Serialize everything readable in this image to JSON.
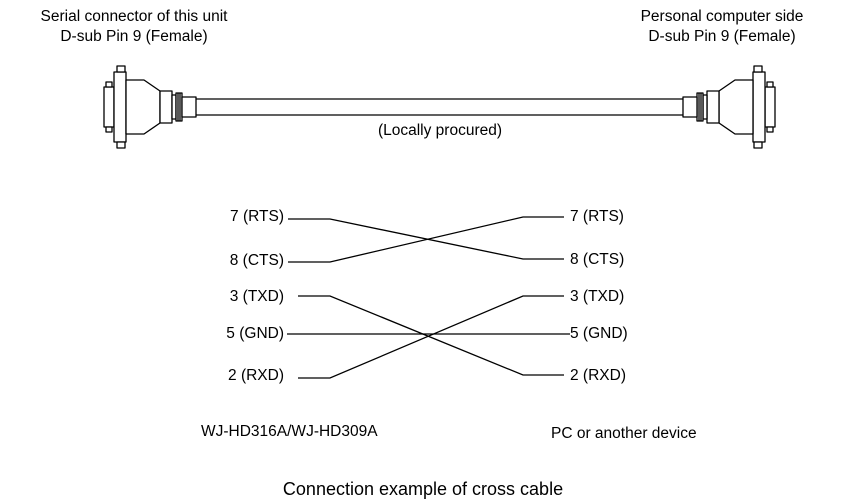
{
  "header": {
    "left_line1": "Serial connector of this unit",
    "left_line2": "D-sub Pin 9 (Female)",
    "right_line1": "Personal computer side",
    "right_line2": "D-sub Pin 9 (Female)"
  },
  "cable_label": "(Locally procured)",
  "pins_left": [
    "7 (RTS)",
    "8 (CTS)",
    "3 (TXD)",
    "5 (GND)",
    "2 (RXD)"
  ],
  "pins_right": [
    "7 (RTS)",
    "8 (CTS)",
    "3 (TXD)",
    "5 (GND)",
    "2 (RXD)"
  ],
  "device_left": "WJ-HD316A/WJ-HD309A",
  "device_right": "PC or another device",
  "caption": "Connection example of cross cable"
}
